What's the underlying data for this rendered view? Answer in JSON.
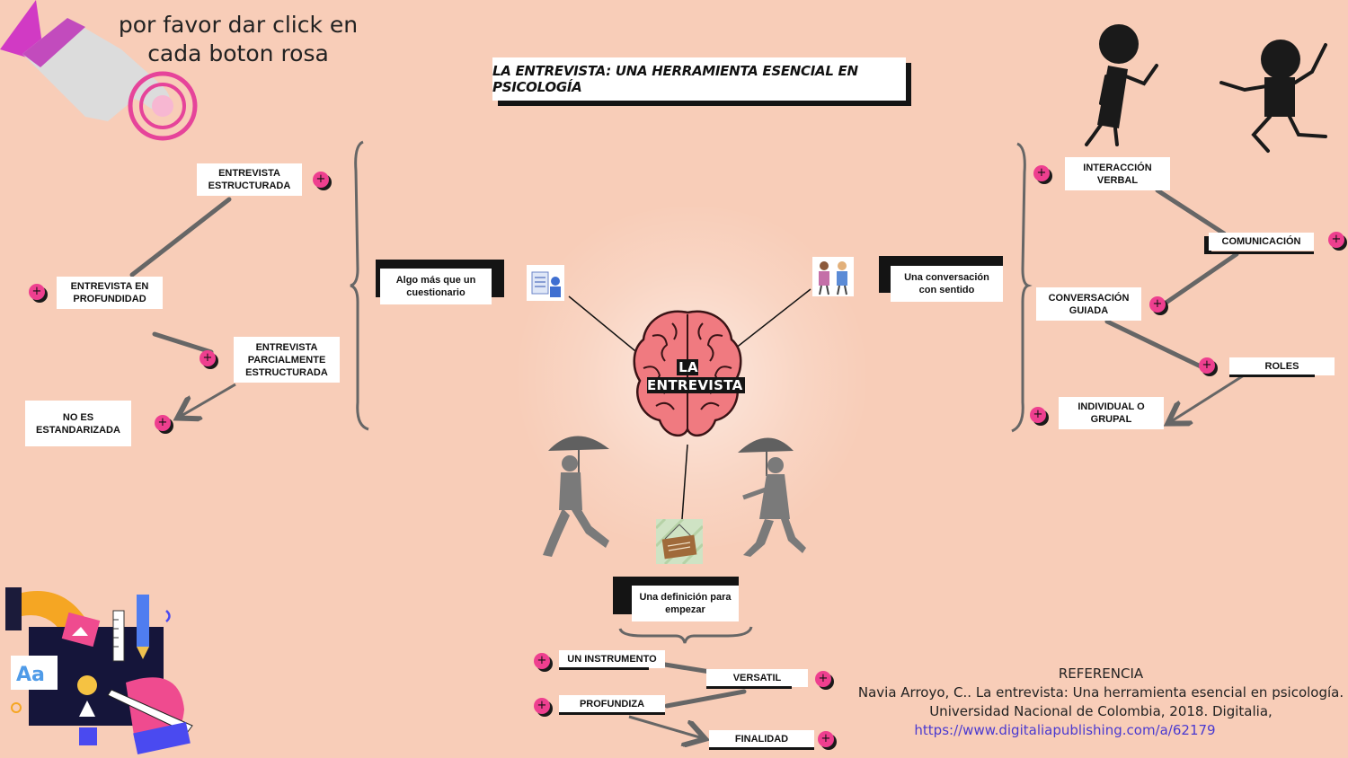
{
  "hint": "por favor dar click en cada boton rosa",
  "title": "LA ENTREVISTA: UNA HERRAMIENTA ESENCIAL EN PSICOLOGÍA",
  "center": {
    "label": "LA ENTREVISTA"
  },
  "left_branch": {
    "main": "Algo más que un cuestionario",
    "items": {
      "estructurada": "ENTREVISTA ESTRUCTURADA",
      "profundidad": "ENTREVISTA EN PROFUNDIDAD",
      "parcial": "ENTREVISTA PARCIALMENTE ESTRUCTURADA",
      "no_estandar": "NO ES ESTANDARIZADA"
    }
  },
  "right_branch": {
    "main": "Una conversación con sentido",
    "items": {
      "interaccion": "INTERACCIÓN VERBAL",
      "comunicacion": "COMUNICACIÓN",
      "conversacion": "CONVERSACIÓN GUIADA",
      "roles": "ROLES",
      "individual": "INDIVIDUAL O GRUPAL"
    }
  },
  "bottom_branch": {
    "main": "Una definición para empezar",
    "items": {
      "instrumento": "UN INSTRUMENTO",
      "versatil": "VERSATIL",
      "profundiza": "PROFUNDIZA",
      "finalidad": "FINALIDAD"
    }
  },
  "plus_symbol": "+",
  "reference": {
    "heading": "REFERENCIA",
    "line1": "Navia Arroyo, C.. La entrevista: Una herramienta esencial en psicología.",
    "line2": "Universidad Nacional de Colombia, 2018. Digitalia,",
    "link": "https://www.digitaliapublishing.com/a/62179"
  },
  "colors": {
    "background": "#f8cdb8",
    "accent_pink": "#ee3f8f",
    "dark": "#141414",
    "brain": "#f07a80"
  },
  "icons": [
    "pointing-hand-icon",
    "target-icon",
    "brain-icon",
    "person-umbrella-icon",
    "stick-figure-icon",
    "questionnaire-icon",
    "conversation-icon",
    "interview-sign-icon",
    "design-tools-icon"
  ]
}
